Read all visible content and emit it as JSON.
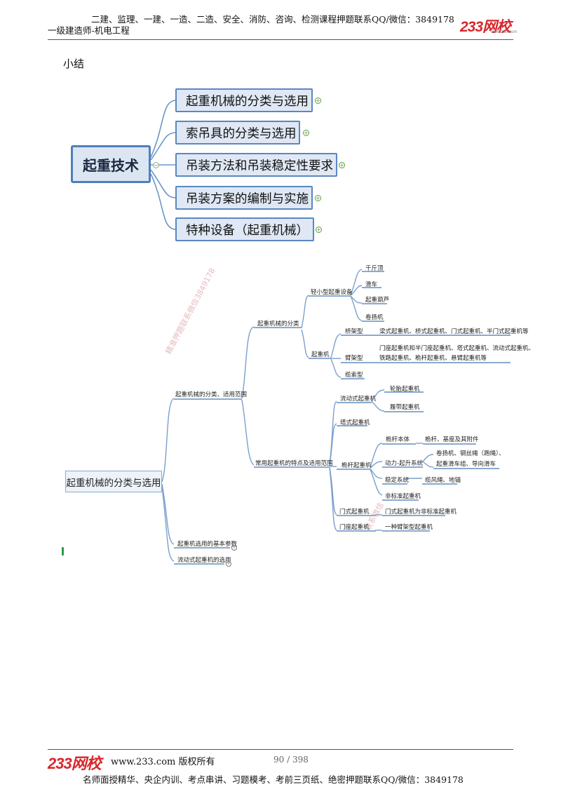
{
  "header": {
    "line1": "二建、监理、一建、一造、二造、安全、消防、咨询、检测课程押题联系QQ/微信：3849178",
    "line2": "一级建造师-机电工程",
    "logo": "233网校",
    "logo_url": "www.233.com"
  },
  "section_title": "小结",
  "mindmap1": {
    "root": "起重技术",
    "branches": [
      "起重机械的分类与选用",
      "索吊具的分类与选用",
      "吊装方法和吊装稳定性要求",
      "吊装方案的编制与实施",
      "特种设备（起重机械）"
    ]
  },
  "mindmap2": {
    "root": "起重机械的分类与选用",
    "l1": [
      "起重机械的分类、适用范围",
      "起重机选用的基本参数",
      "流动式起重机的选用"
    ],
    "l2": [
      "起重机械的分类",
      "常用起重机的特点及适用范围"
    ],
    "light_equipment": "轻小型起重设备",
    "light_items": [
      "千斤顶",
      "滑车",
      "起重葫芦",
      "卷扬机"
    ],
    "crane": "起重机",
    "bridge_type": "桥架型",
    "bridge_desc": "梁式起重机、桥式起重机、门式起重机、半门式起重机等",
    "boom_type": "臂架型",
    "boom_desc1": "门座起重机和半门座起重机、塔式起重机、流动式起重机、",
    "boom_desc2": "铁路起重机、桅杆起重机、悬臂起重机等",
    "cable_type": "缆索型",
    "mobile": "流动式起重机",
    "mobile_items": [
      "轮胎起重机",
      "履带起重机"
    ],
    "tower": "塔式起重机",
    "mast": "桅杆起重机",
    "mast_body": "桅杆本体",
    "mast_body_desc": "桅杆、基座及其附件",
    "mast_power": "动力-起升系统",
    "mast_power_desc1": "卷扬机、钢丝绳（跑绳）、",
    "mast_power_desc2": "起重滑车组、导向滑车",
    "mast_stable": "稳定系统",
    "mast_stable_desc": "缆风绳、地锚",
    "mast_nonstd": "非标准起重机",
    "gantry": "门式起重机",
    "gantry_desc": "门式起重机为非标准起重机",
    "portal": "门座起重机",
    "portal_desc": "一种臂架型起重机",
    "watermark1": "精准押题联系微信3849178",
    "watermark2": "联系微信"
  },
  "footer": {
    "logo": "233网校",
    "site": "www.233.com 版权所有",
    "page": "90 / 398",
    "line": "名师面授精华、央企内训、考点串讲、习题模考、考前三页纸、绝密押题联系QQ/微信：3849178"
  }
}
